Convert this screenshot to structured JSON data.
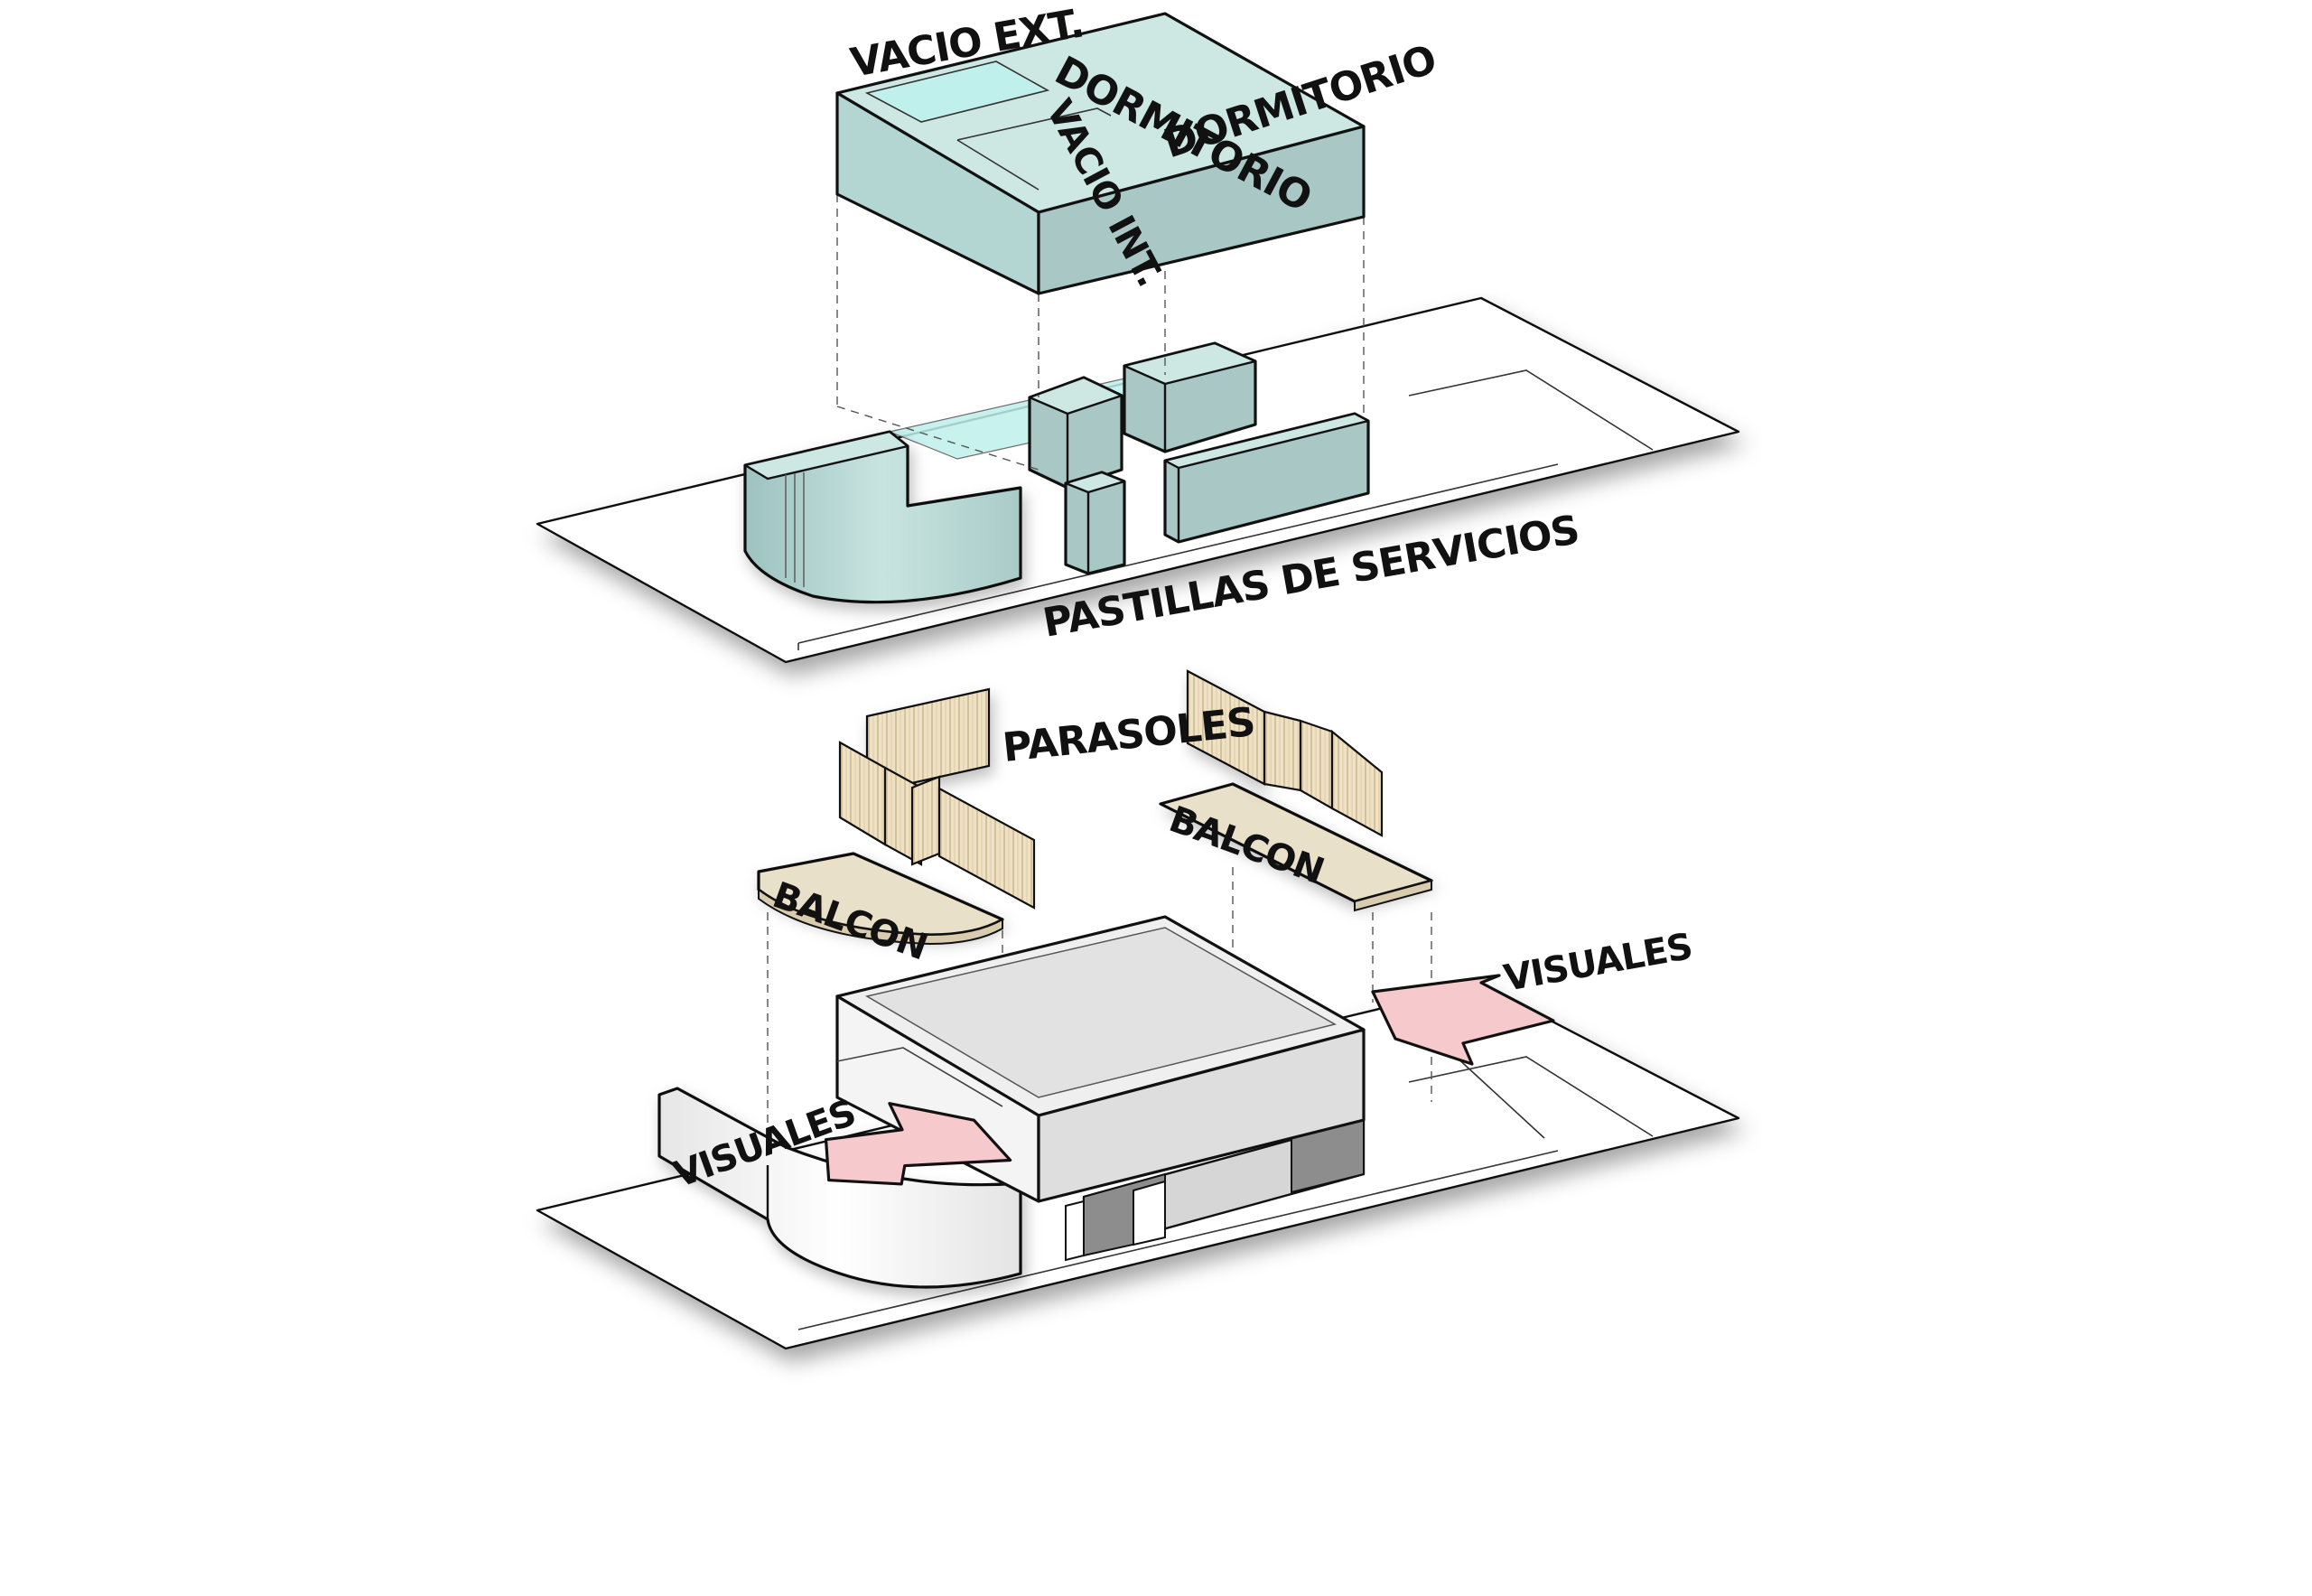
{
  "labels": {
    "vacio_ext": "VACIO EXT.",
    "dormitorio_1": "DORMITORIO",
    "vacio_int": "VACIO INT.",
    "dormitorio_2": "DORMITORIO",
    "pastillas": "PASTILLAS DE SERVICIOS",
    "parasoles": "PARASOLES",
    "balcon_left": "BALCON",
    "balcon_right": "BALCON",
    "visuales_right": "VISUALES",
    "visuales_left": "VISUALES"
  },
  "colors": {
    "glass_top": "#cde7e3",
    "glass_side": "#a9c7c5",
    "glass_front": "#b4d6d2",
    "void_glass": "#bff0ec",
    "wood": "#efe1c4",
    "wood_line": "#c9b68f",
    "balcony": "#e9e0ca",
    "arrow": "#f6c9cd",
    "mass_top": "#efefef",
    "mass_front": "#e4e4e4",
    "mass_side": "#d2d2d2",
    "dark": "#8d8d8d"
  }
}
